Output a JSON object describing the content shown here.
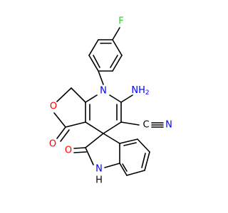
{
  "molecule": {
    "atoms": {
      "fluorine": {
        "text": "F"
      },
      "ring_nitrogen": {
        "text": "N"
      },
      "amino_group": {
        "text": "NH",
        "subscript": "2"
      },
      "furan_oxygen": {
        "text": "O"
      },
      "lactone_carbonyl_oxygen": {
        "text": "O"
      },
      "oxindole_carbonyl_oxygen": {
        "text": "O"
      },
      "oxindole_nh": {
        "text": "N"
      },
      "oxindole_h": {
        "text": "H"
      },
      "nitrile_nitrogen": {
        "text": "N"
      },
      "nitrile_carbon": {
        "text": "C"
      }
    },
    "colors": {
      "carbon_and_hydrogen": "#000000",
      "nitrogen": "#0000FF",
      "oxygen": "#FF0000",
      "fluorine": "#33CC33"
    }
  }
}
